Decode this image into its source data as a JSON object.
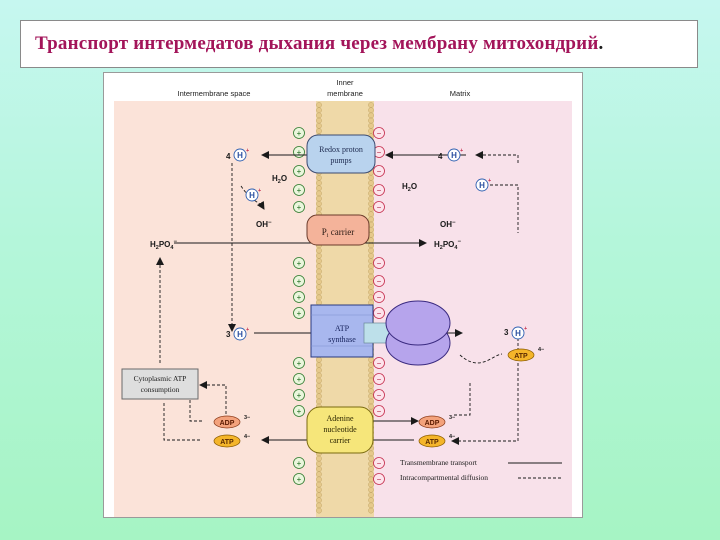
{
  "title": {
    "main": "Транспорт интермедатов дыхания через мембрану митохондрий",
    "end": "."
  },
  "regions": {
    "intermembrane": "Intermembrane space",
    "inner_line1": "Inner",
    "inner_line2": "membrane",
    "matrix": "Matrix"
  },
  "proteins": {
    "redox_line1": "Redox proton",
    "redox_line2": "pumps",
    "pi_carrier_main": "P",
    "pi_carrier_sub": "i",
    "pi_carrier_rest": " carrier",
    "atp_synthase_line1": "ATP",
    "atp_synthase_line2": "synthase",
    "adenine_line1": "Adenine",
    "adenine_line2": "nucleotide",
    "adenine_line3": "carrier",
    "cytoplasmic_line1": "Cytoplasmic ATP",
    "cytoplasmic_line2": "consumption"
  },
  "labels": {
    "num4": "4",
    "num3": "3",
    "h": "H",
    "plus": "+",
    "minus": "−",
    "h2o_H": "H",
    "h2o_2": "2",
    "h2o_O": "O",
    "oh": "OH",
    "oh_charge": "−",
    "h2po4_H": "H",
    "h2po4_2": "2",
    "h2po4_P": "PO",
    "h2po4_4": "4",
    "h2po4_charge": "−",
    "adp": "ADP",
    "atp": "ATP",
    "charge_adp": "3−",
    "charge_atp": "4−"
  },
  "legend": {
    "transmembrane": "Transmembrane transport",
    "intercompartmental": "Intracompartmental diffusion"
  },
  "colors": {
    "intermembrane_bg": "#fbe3d9",
    "matrix_bg": "#f8e1ea",
    "membrane": "#efd9a8",
    "redox": "#b9d3ee",
    "pi_carrier": "#f4b39a",
    "atp_synthase": "#a8b7ee",
    "f1_head": "#b6a4ec",
    "adenine": "#f6e67a",
    "cytoplasmic": "#dedede",
    "atp_badge": "#f4b52a",
    "adp_badge": "#f3a27c",
    "plus_badge": "#eaf6dc",
    "minus_badge": "#fde4ec"
  }
}
